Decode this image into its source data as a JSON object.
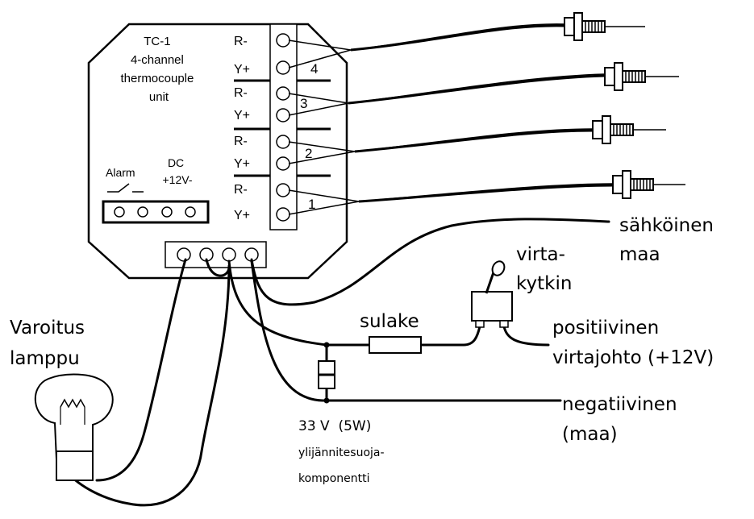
{
  "unit": {
    "title_lines": [
      "TC-1",
      "4-channel",
      "thermocouple",
      "unit"
    ],
    "alarm_label": "Alarm",
    "dc_label_lines": [
      "DC",
      "+12V-"
    ]
  },
  "channels": [
    {
      "number": "4",
      "r_label": "R-",
      "y_label": "Y+"
    },
    {
      "number": "3",
      "r_label": "R-",
      "y_label": "Y+"
    },
    {
      "number": "2",
      "r_label": "R-",
      "y_label": "Y+"
    },
    {
      "number": "1",
      "r_label": "R-",
      "y_label": "Y+"
    }
  ],
  "labels": {
    "ground_lines": [
      "sähköinen",
      "maa"
    ],
    "switch_lines": [
      "virta-",
      "kytkin"
    ],
    "fuse": "sulake",
    "lamp_lines": [
      "Varoitus",
      "lamppu"
    ],
    "positive_lines": [
      "positiivinen",
      "virtajohto (+12V)"
    ],
    "negative_lines": [
      "negatiivinen",
      "(maa)"
    ],
    "protector_lines": [
      "33 V  (5W)",
      "ylijännitesuoja-",
      "komponentti"
    ]
  }
}
